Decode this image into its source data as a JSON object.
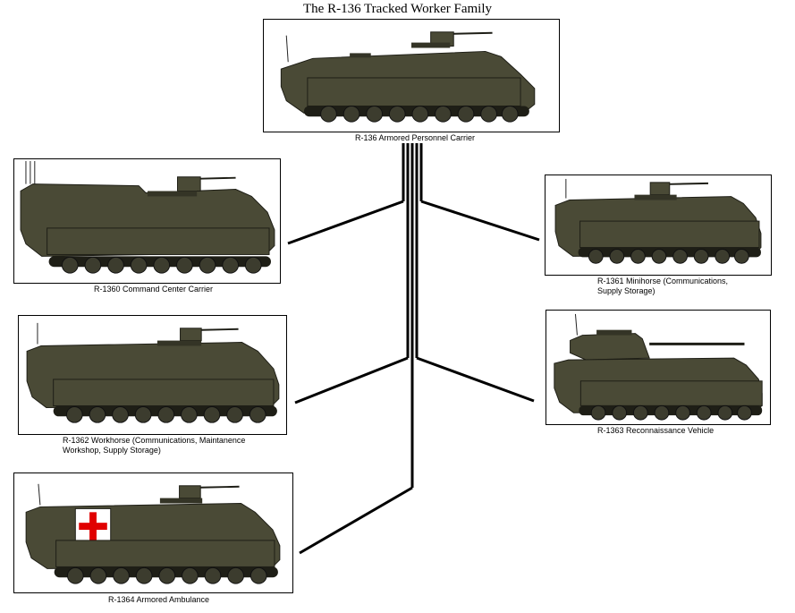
{
  "title": "The R-136 Tracked Worker Family",
  "colors": {
    "hull": "#4a4a36",
    "hull_dark": "#343426",
    "hull_light": "#5a5a44",
    "wheel": "#3c3c2e",
    "track": "#1e1e16",
    "cross": "#e00000",
    "line": "#000000"
  },
  "vehicles": {
    "apc": {
      "caption": "R-136 Armored Personnel Carrier"
    },
    "command": {
      "caption": "R-1360 Command Center Carrier"
    },
    "minihorse": {
      "caption_line1": "R-1361 Minihorse (Communications,",
      "caption_line2": "Supply Storage)"
    },
    "workhorse": {
      "caption_line1": "R-1362 Workhorse (Communications, Maintanence",
      "caption_line2": "Workshop, Supply Storage)"
    },
    "recon": {
      "caption": "R-1363 Reconnaissance Vehicle"
    },
    "ambulance": {
      "caption": "R-1364 Armored Ambulance"
    }
  }
}
